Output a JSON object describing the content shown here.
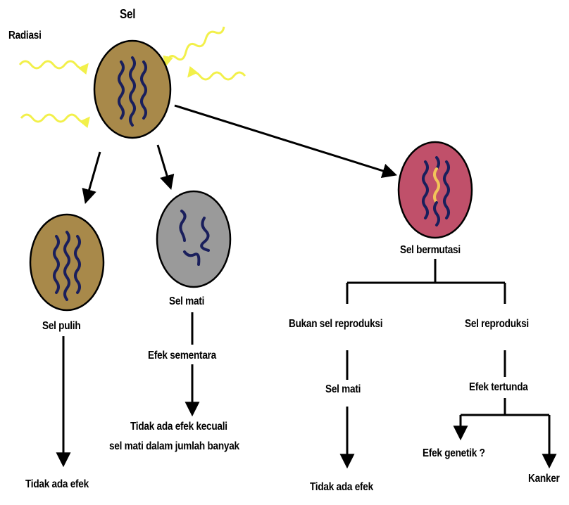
{
  "labels": {
    "radiasi": "Radiasi",
    "sel_top": "Sel",
    "sel_pulih": "Sel pulih",
    "sel_mati_1": "Sel mati",
    "sel_bermutasi": "Sel bermutasi",
    "tidak_ada_efek_1": "Tidak ada efek",
    "efek_sementara": "Efek sementara",
    "tidak_ada_efek_kecuali_1": "Tidak ada efek kecuali",
    "tidak_ada_efek_kecuali_2": "sel mati dalam jumlah banyak",
    "bukan_sel_reproduksi": "Bukan sel reproduksi",
    "sel_reproduksi": "Sel reproduksi",
    "sel_mati_2": "Sel mati",
    "efek_tertunda": "Efek tertunda",
    "tidak_ada_efek_2": "Tidak ada efek",
    "efek_genetik": "Efek genetik ?",
    "kanker": "Kanker"
  },
  "colors": {
    "cell_healthy": "#a8894a",
    "cell_dead": "#9a9a9a",
    "cell_mutated": "#c0506a",
    "chromosome": "#1a1f5c",
    "mutation_highlight": "#f2c45a",
    "radiation": "#f2f04a"
  }
}
